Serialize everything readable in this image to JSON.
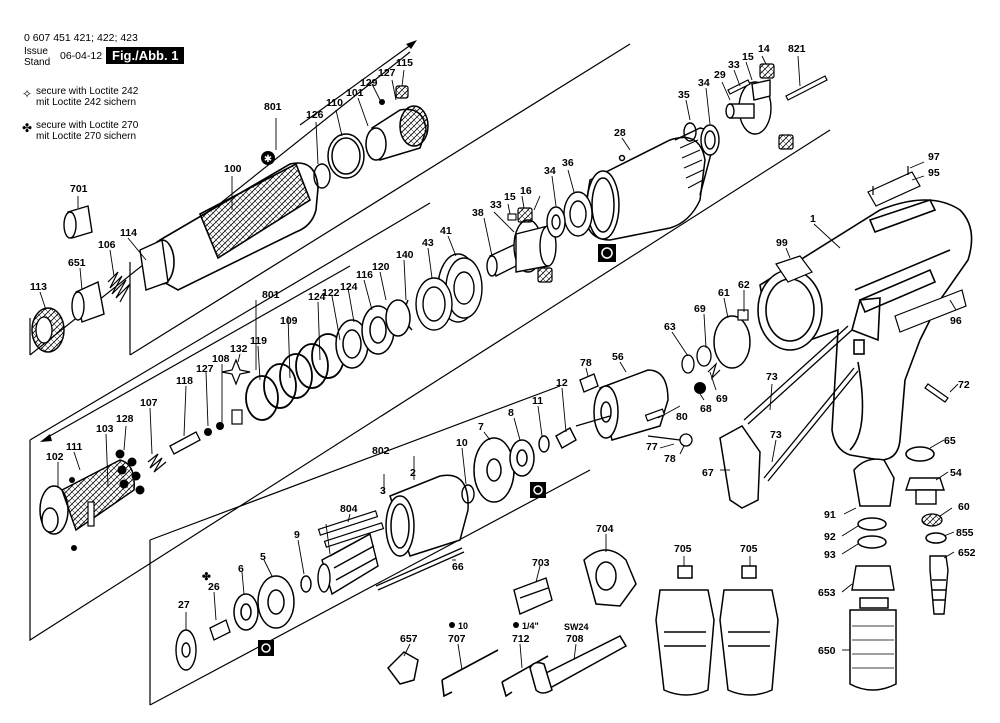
{
  "header": {
    "doc_number": "0 607 451 421; 422; 423",
    "issue_label": "Issue",
    "stand_label": "Stand",
    "issue_date": "06-04-12",
    "figure": "Fig./Abb. 1"
  },
  "legend": {
    "loctite242_en": "secure with Loctite 242",
    "loctite242_de": "mit Loctite 242 sichern",
    "loctite270_en": "secure with Loctite 270",
    "loctite270_de": "mit Loctite 270 sichern"
  },
  "tool_notes": {
    "n707": "10",
    "n712": "1/4\"",
    "n708": "SW24"
  },
  "part_labels": [
    "801",
    "126",
    "110",
    "101",
    "129",
    "127",
    "115",
    "100",
    "701",
    "114",
    "106",
    "651",
    "113",
    "35",
    "34",
    "29",
    "33",
    "15",
    "14",
    "821",
    "28",
    "36",
    "34b",
    "33b",
    "15b",
    "16",
    "38",
    "43",
    "41",
    "140",
    "97",
    "95",
    "1",
    "99",
    "96",
    "62",
    "61",
    "69",
    "63",
    "69b",
    "68",
    "56",
    "78",
    "80",
    "77",
    "78b",
    "12",
    "11",
    "8",
    "7",
    "10",
    "801b",
    "109",
    "124",
    "122",
    "124b",
    "116",
    "120",
    "119",
    "132",
    "108",
    "127b",
    "118",
    "107",
    "128",
    "103",
    "111",
    "102",
    "802",
    "2",
    "3",
    "804",
    "9",
    "6",
    "5",
    "26",
    "27",
    "66",
    "67",
    "73",
    "73b",
    "72",
    "65",
    "54",
    "91",
    "92",
    "93",
    "60",
    "855",
    "652",
    "653",
    "650",
    "704",
    "703",
    "705",
    "705b",
    "657",
    "707",
    "712",
    "708"
  ]
}
